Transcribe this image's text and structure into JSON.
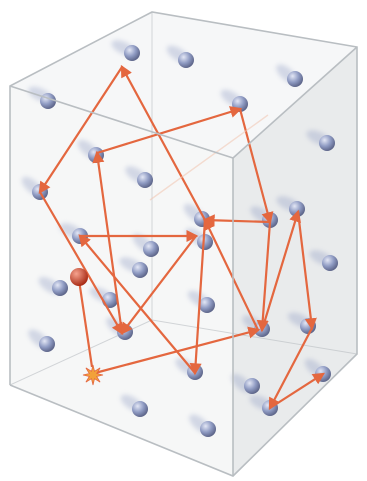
{
  "colors": {
    "background": "#ffffff",
    "box_edge": "#b9bec2",
    "box_face_front": "#eef0f1",
    "box_face_side": "#e1e4e6",
    "box_face_top": "#f3f4f5",
    "box_face_back": "#f6f7f8",
    "molecule": "#8f9bc3",
    "molecule_highlight": "#e3e7f5",
    "molecule_shadow": "#5d6589",
    "particle": "#d9432a",
    "particle_highlight": "#f6a38f",
    "path": "#e4673f",
    "collision_star": "#f2a13a"
  },
  "icons": {
    "molecule": "sphere",
    "particle": "sphere",
    "collision": "starburst",
    "arrowhead": "triangle"
  },
  "molecule_count": 30,
  "path_segment_count": 18
}
